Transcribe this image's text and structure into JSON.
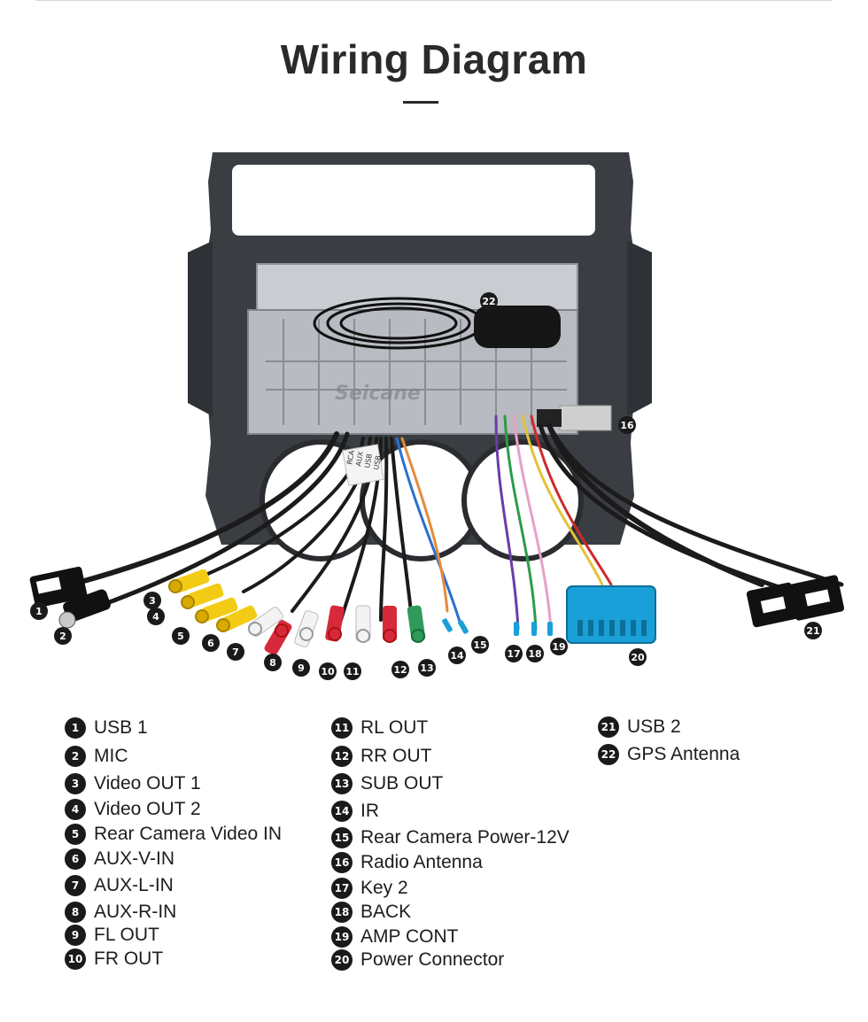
{
  "title": "Wiring Diagram",
  "watermark": "Seicane",
  "colors": {
    "frame": "#3a3d42",
    "accent": "#1a1a1a",
    "connector_blue": "#1aa0d8"
  },
  "cable_tags": [
    "RCA",
    "AUX",
    "USB",
    "USB"
  ],
  "legend": [
    {
      "num": "1",
      "label": "USB 1"
    },
    {
      "num": "2",
      "label": "MIC"
    },
    {
      "num": "3",
      "label": "Video OUT 1"
    },
    {
      "num": "4",
      "label": "Video OUT 2"
    },
    {
      "num": "5",
      "label": "Rear Camera Video IN"
    },
    {
      "num": "6",
      "label": "AUX-V-IN"
    },
    {
      "num": "7",
      "label": "AUX-L-IN"
    },
    {
      "num": "8",
      "label": "AUX-R-IN"
    },
    {
      "num": "9",
      "label": "FL OUT"
    },
    {
      "num": "10",
      "label": "FR OUT"
    },
    {
      "num": "11",
      "label": "RL OUT"
    },
    {
      "num": "12",
      "label": "RR OUT"
    },
    {
      "num": "13",
      "label": "SUB OUT"
    },
    {
      "num": "14",
      "label": "IR"
    },
    {
      "num": "15",
      "label": "Rear Camera Power-12V"
    },
    {
      "num": "16",
      "label": "Radio Antenna"
    },
    {
      "num": "17",
      "label": "Key 2"
    },
    {
      "num": "18",
      "label": "BACK"
    },
    {
      "num": "19",
      "label": "AMP CONT"
    },
    {
      "num": "20",
      "label": "Power Connector"
    },
    {
      "num": "21",
      "label": "USB 2"
    },
    {
      "num": "22",
      "label": "GPS Antenna"
    }
  ]
}
